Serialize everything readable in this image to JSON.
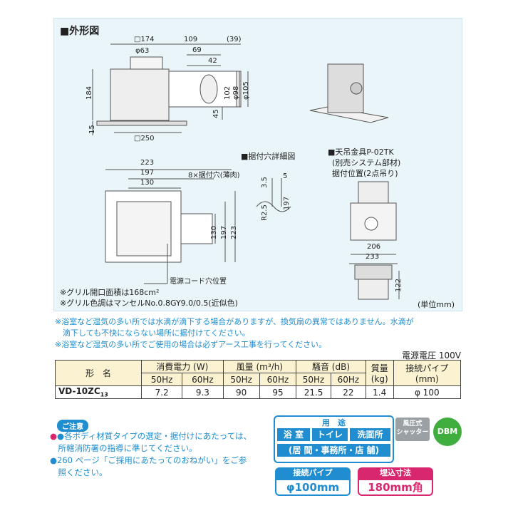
{
  "drawing": {
    "title": "■外形図",
    "side_dims": {
      "sq174": "□174",
      "phi63": "φ63",
      "d109": "109",
      "d39": "(39)",
      "d69": "69",
      "d42": "42",
      "d184": "184",
      "d102": "102",
      "phi98": "φ98",
      "phi105": "φ105",
      "d45": "45",
      "d15": "15",
      "sq250": "□250"
    },
    "bottom_dims": {
      "d223": "223",
      "d197": "197",
      "d130": "130",
      "mount_holes": "8×据付穴(薄肉)",
      "v130": "130",
      "v197": "197",
      "v223": "223",
      "cord_hole": "電源コード穴位置"
    },
    "hole_detail": {
      "title": "■据付穴詳細図",
      "d35": "3.5",
      "d5": "5",
      "r25": "R2.5",
      "d197": "197"
    },
    "ceiling_hanger": {
      "title": "■天吊金具P-02TK",
      "line2": "(別売システム部材)",
      "line3": "据付位置(2点吊り)",
      "d206": "206",
      "d233": "233",
      "d122": "122"
    },
    "grill_notes": [
      "※グリル開口面積は168cm²",
      "※グリル色調はマンセルNo.0.8GY9.0/0.5(近似色)"
    ],
    "unit": "(単位mm)"
  },
  "warnings": [
    "※浴室など湿気の多い所では水滴が滴下する場合がありますが、換気扇の異常ではありません。水滴が",
    "　滴下しても不快にならない場所に据付けてください。",
    "※浴室など湿気の多い所でご使用の場合は必ずアース工事を行ってください。"
  ],
  "voltage": "電源電圧 100V",
  "table": {
    "h_model": "形　名",
    "h_power": "消費電力 (W)",
    "h_air": "風量 (m³/h)",
    "h_noise": "騒音 (dB)",
    "h_mass": "質量",
    "h_mass_unit": "(kg)",
    "h_pipe": "接続パイプ",
    "h_pipe_unit": "(mm)",
    "hz50": "50Hz",
    "hz60": "60Hz",
    "row": {
      "model": "VD-10ZC",
      "model_suffix": "13",
      "p50": "7.2",
      "p60": "9.3",
      "a50": "90",
      "a60": "95",
      "n50": "21.5",
      "n60": "22",
      "mass": "1.4",
      "pipe": "φ 100"
    }
  },
  "notice": {
    "label": "ご注意",
    "items": [
      "●各ボディ材質タイプの選定・据付けにあたっては、",
      "　所轄消防署の指導に準じてください。",
      "●260 ページ「ご採用にあたってのおねがい」をご参",
      "　照ください。"
    ]
  },
  "badges": {
    "use_title": "用　途",
    "use1": "浴 室",
    "use2": "トイレ",
    "use3": "洗面所",
    "use4": "(居 間・事務所・店 舗)",
    "shutter_l1": "風圧式",
    "shutter_l2": "シャッター",
    "dbm": "DBM",
    "pipe_label": "接続パイプ",
    "pipe_value": "φ100mm",
    "embed_label": "埋込寸法",
    "embed_value": "180mm角"
  },
  "colors": {
    "accent_blue": "#1f8dcf",
    "accent_pink": "#d8266f",
    "panel_bg": "#e9f5f9",
    "header_fill": "#fbf2d2"
  }
}
